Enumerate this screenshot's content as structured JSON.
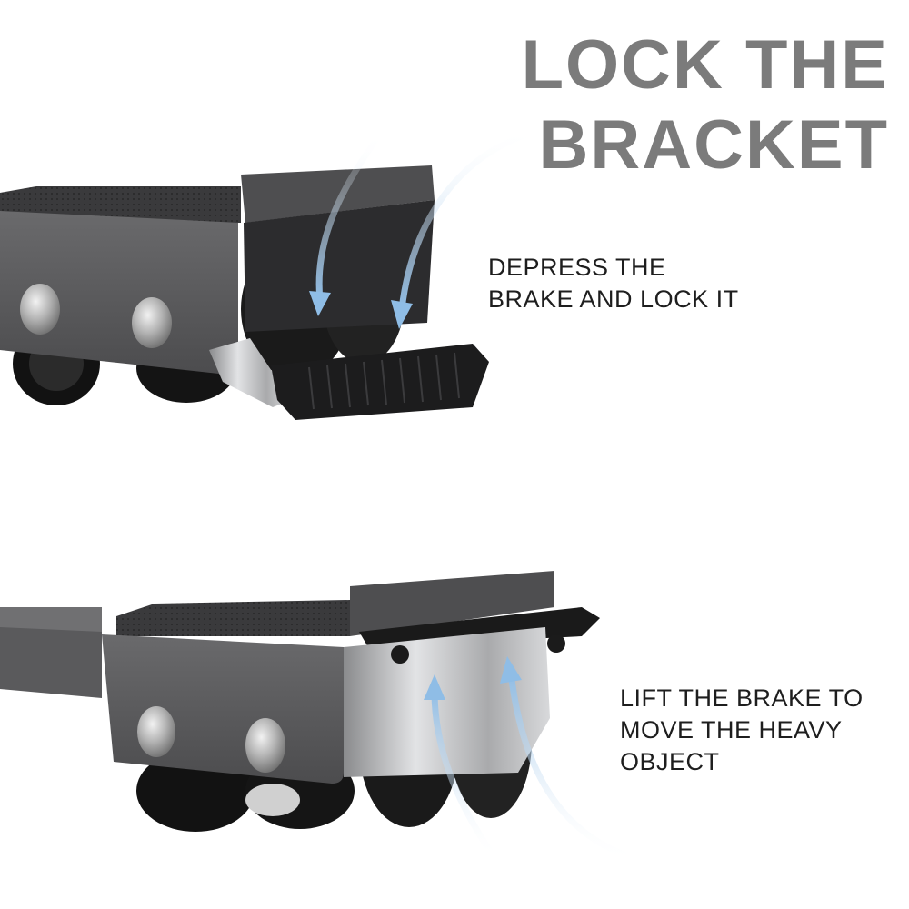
{
  "heading": {
    "line1": "LOCK THE",
    "line2": "BRACKET"
  },
  "captions": {
    "depress": {
      "line1": "DEPRESS THE",
      "line2": "BRAKE AND LOCK IT"
    },
    "lift": {
      "line1": "LIFT THE BRAKE TO",
      "line2": "MOVE THE HEAVY",
      "line3": "OBJECT"
    }
  },
  "colors": {
    "heading": "#7b7b7b",
    "caption": "#1e1e1e",
    "bracket_body": "#5c5c5e",
    "wheel": "#151515",
    "steel": "#c9cacc",
    "arrow": "#9fc6e8"
  }
}
